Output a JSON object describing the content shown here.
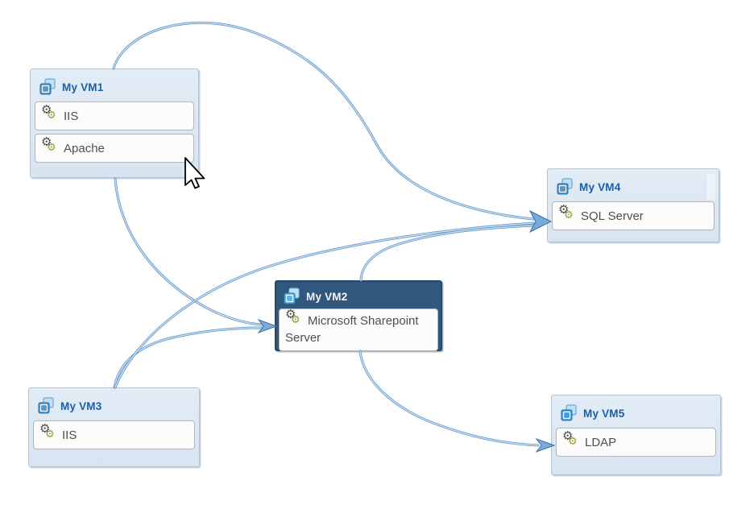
{
  "nodes": [
    {
      "id": "vm1",
      "title": "My VM1",
      "icon": "vm-icon",
      "services": [
        {
          "icon": "gears-icon",
          "label": "IIS"
        },
        {
          "icon": "gears-icon",
          "label": "Apache"
        }
      ]
    },
    {
      "id": "vm2",
      "title": "My VM2",
      "icon": "vm-icon",
      "selected": true,
      "services": [
        {
          "icon": "gears-icon",
          "label": "Microsoft Sharepoint Server"
        }
      ]
    },
    {
      "id": "vm3",
      "title": "My VM3",
      "icon": "vm-icon",
      "services": [
        {
          "icon": "gears-icon",
          "label": "IIS"
        }
      ]
    },
    {
      "id": "vm4",
      "title": "My VM4",
      "icon": "vm-icon",
      "services": [
        {
          "icon": "gears-icon",
          "label": "SQL Server"
        }
      ]
    },
    {
      "id": "vm5",
      "title": "My VM5",
      "icon": "vm-icon",
      "services": [
        {
          "icon": "gears-icon",
          "label": "LDAP"
        }
      ]
    }
  ],
  "edges": [
    {
      "from": "vm1",
      "to": "vm4",
      "target_service": "SQL Server"
    },
    {
      "from": "vm1",
      "to": "vm2",
      "target_service": "Microsoft Sharepoint Server"
    },
    {
      "from": "vm3",
      "to": "vm2",
      "target_service": "Microsoft Sharepoint Server"
    },
    {
      "from": "vm3",
      "to": "vm4",
      "target_service": "SQL Server"
    },
    {
      "from": "vm2",
      "to": "vm4",
      "target_service": "SQL Server"
    },
    {
      "from": "vm2",
      "to": "vm5",
      "target_service": "LDAP"
    }
  ],
  "colors": {
    "node_fill": "#dbe7f3",
    "node_border": "#b2c3d6",
    "selected_node_fill": "#30587e",
    "selected_node_border": "#26476a",
    "title_text": "#1d5ea6",
    "selected_title_text": "#f3f3f3",
    "service_text": "#4f4f4f",
    "service_row_fill": "#fcfcfc",
    "service_row_border": "#b4b4b4",
    "edge_stroke": "#5e92c6",
    "edge_highlight": "#cfe2f4",
    "arrowhead_fill": "#79aada"
  }
}
